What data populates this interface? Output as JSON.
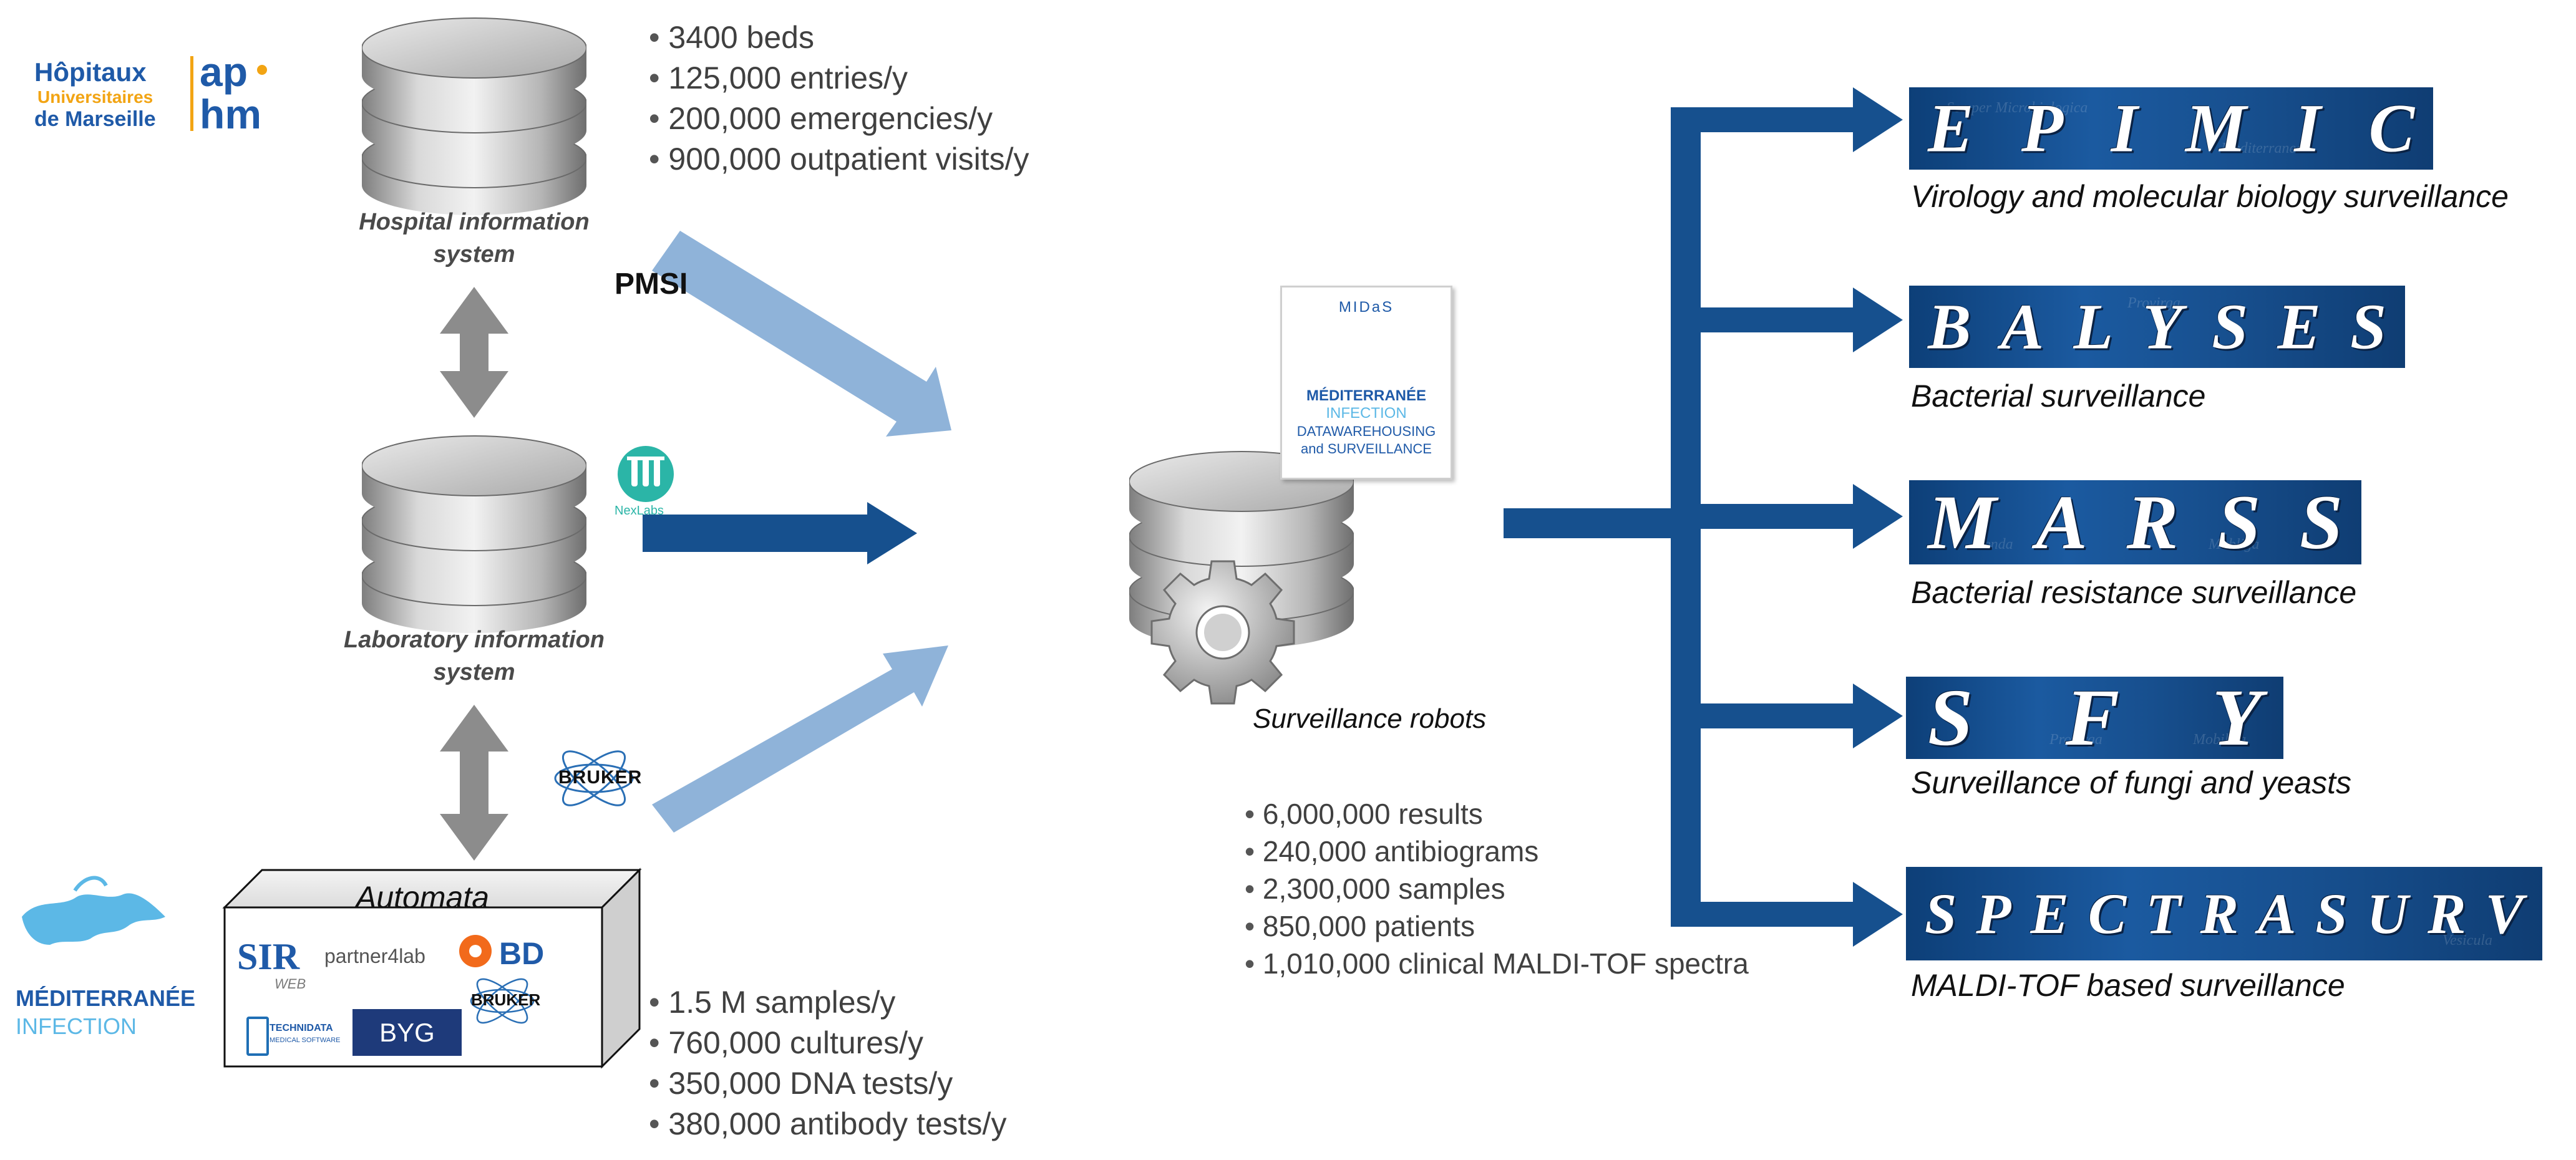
{
  "hospital": {
    "stats": [
      "3400 beds",
      "125,000 entries/y",
      "200,000 emergencies/y",
      "900,000 outpatient visits/y"
    ],
    "caption_line1": "Hospital information",
    "caption_line2": "system",
    "pmsi_label": "PMSI"
  },
  "aphm_logo": {
    "line1": "Hôpitaux",
    "line2": "Universitaires",
    "line3": "de Marseille",
    "mark_top": "ap",
    "mark_bottom": "hm"
  },
  "laboratory": {
    "caption_line1": "Laboratory information",
    "caption_line2": "system",
    "nexlabs_label": "NexLabs"
  },
  "bruker_label": "BRUKER",
  "automata": {
    "title": "Automata",
    "logos": [
      "SIR",
      "WEB",
      "partner4lab",
      "BD",
      "BRUKER",
      "TECHNIDATA",
      "MEDICAL SOFTWARE",
      "BYG"
    ],
    "stats": [
      "1.5 M samples/y",
      "760,000 cultures/y",
      "350,000 DNA tests/y",
      "380,000 antibody tests/y"
    ]
  },
  "mediterranee_logo": {
    "line1": "MÉDITERRANÉE",
    "line2": "INFECTION"
  },
  "midas": {
    "badge_title": "MIDaS",
    "line1": "MÉDITERRANÉE",
    "line2": "INFECTION",
    "line3": "DATAWAREHOUSING",
    "line4": "and SURVEILLANCE"
  },
  "robots": {
    "caption": "Surveillance robots",
    "stats": [
      "6,000,000 results",
      "240,000 antibiograms",
      "2,300,000 samples",
      "850,000 patients",
      "1,010,000 clinical MALDI-TOF spectra"
    ]
  },
  "systems": [
    {
      "name_letters": [
        "E",
        "P",
        "I",
        "M",
        "I",
        "C"
      ],
      "subtitle": "Virology and molecular biology surveillance"
    },
    {
      "name_letters": [
        "B",
        "A",
        "L",
        "Y",
        "S",
        "E",
        "S"
      ],
      "subtitle": "Bacterial surveillance"
    },
    {
      "name_letters": [
        "M",
        "A",
        "R",
        "S",
        "S"
      ],
      "subtitle": "Bacterial resistance surveillance"
    },
    {
      "name_letters": [
        "S",
        "F",
        "Y"
      ],
      "subtitle": "Surveillance of fungi and yeasts"
    },
    {
      "name_letters": [
        "S",
        "P",
        "E",
        "C",
        "T",
        "R",
        "A",
        "S",
        "U",
        "R",
        "V"
      ],
      "subtitle": "MALDI-TOF based surveillance"
    }
  ],
  "colors": {
    "dark_arrow": "#16508e",
    "light_arrow": "#8fb3d9",
    "gray_arrow": "#8c8c8c",
    "aphm_blue": "#1f5aa8",
    "aphm_orange": "#f2a413",
    "med_blue": "#5cb8e6"
  },
  "icons": [
    "database-icon",
    "gear-icon",
    "biohazard-icon",
    "double-arrow-icon",
    "map-icon"
  ]
}
